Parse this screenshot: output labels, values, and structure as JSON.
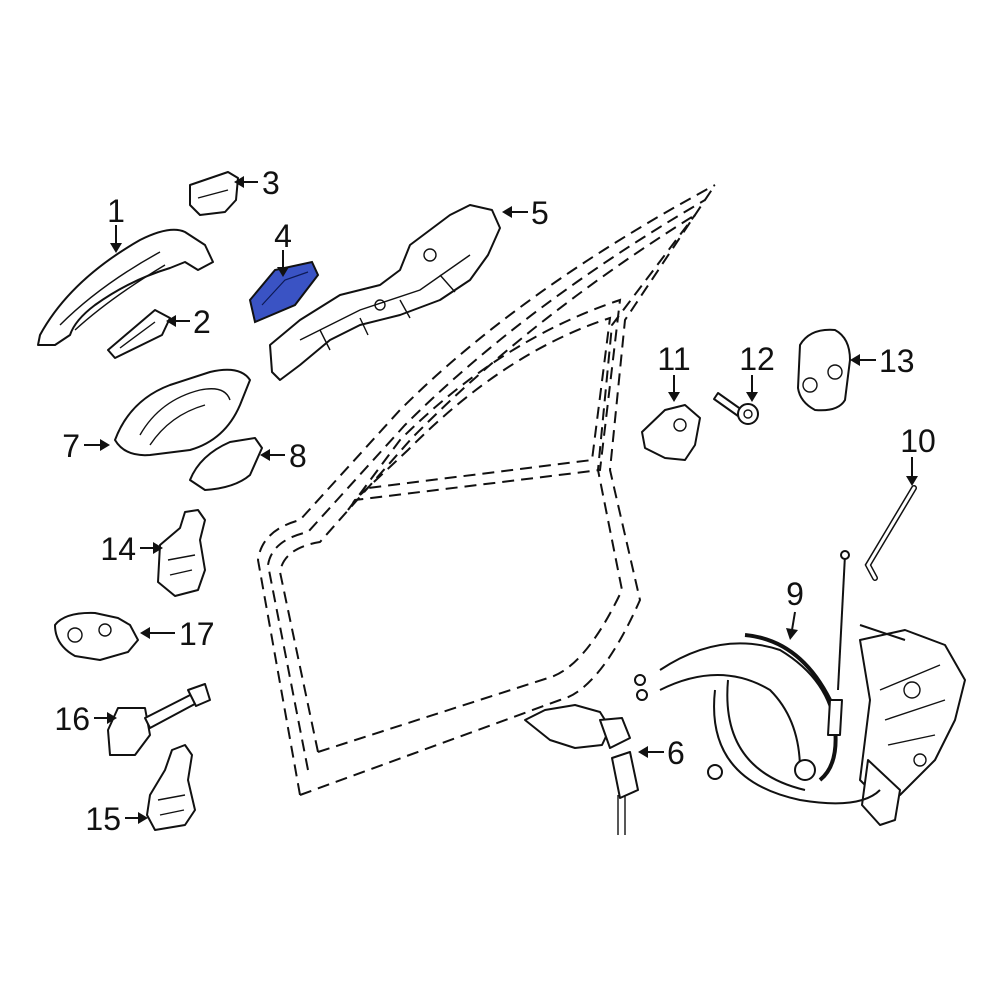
{
  "callouts": {
    "c1": "1",
    "c2": "2",
    "c3": "3",
    "c4": "4",
    "c5": "5",
    "c6": "6",
    "c7": "7",
    "c8": "8",
    "c9": "9",
    "c10": "10",
    "c11": "11",
    "c12": "12",
    "c13": "13",
    "c14": "14",
    "c15": "15",
    "c16": "16",
    "c17": "17"
  },
  "highlight_color": "#3a53c4"
}
